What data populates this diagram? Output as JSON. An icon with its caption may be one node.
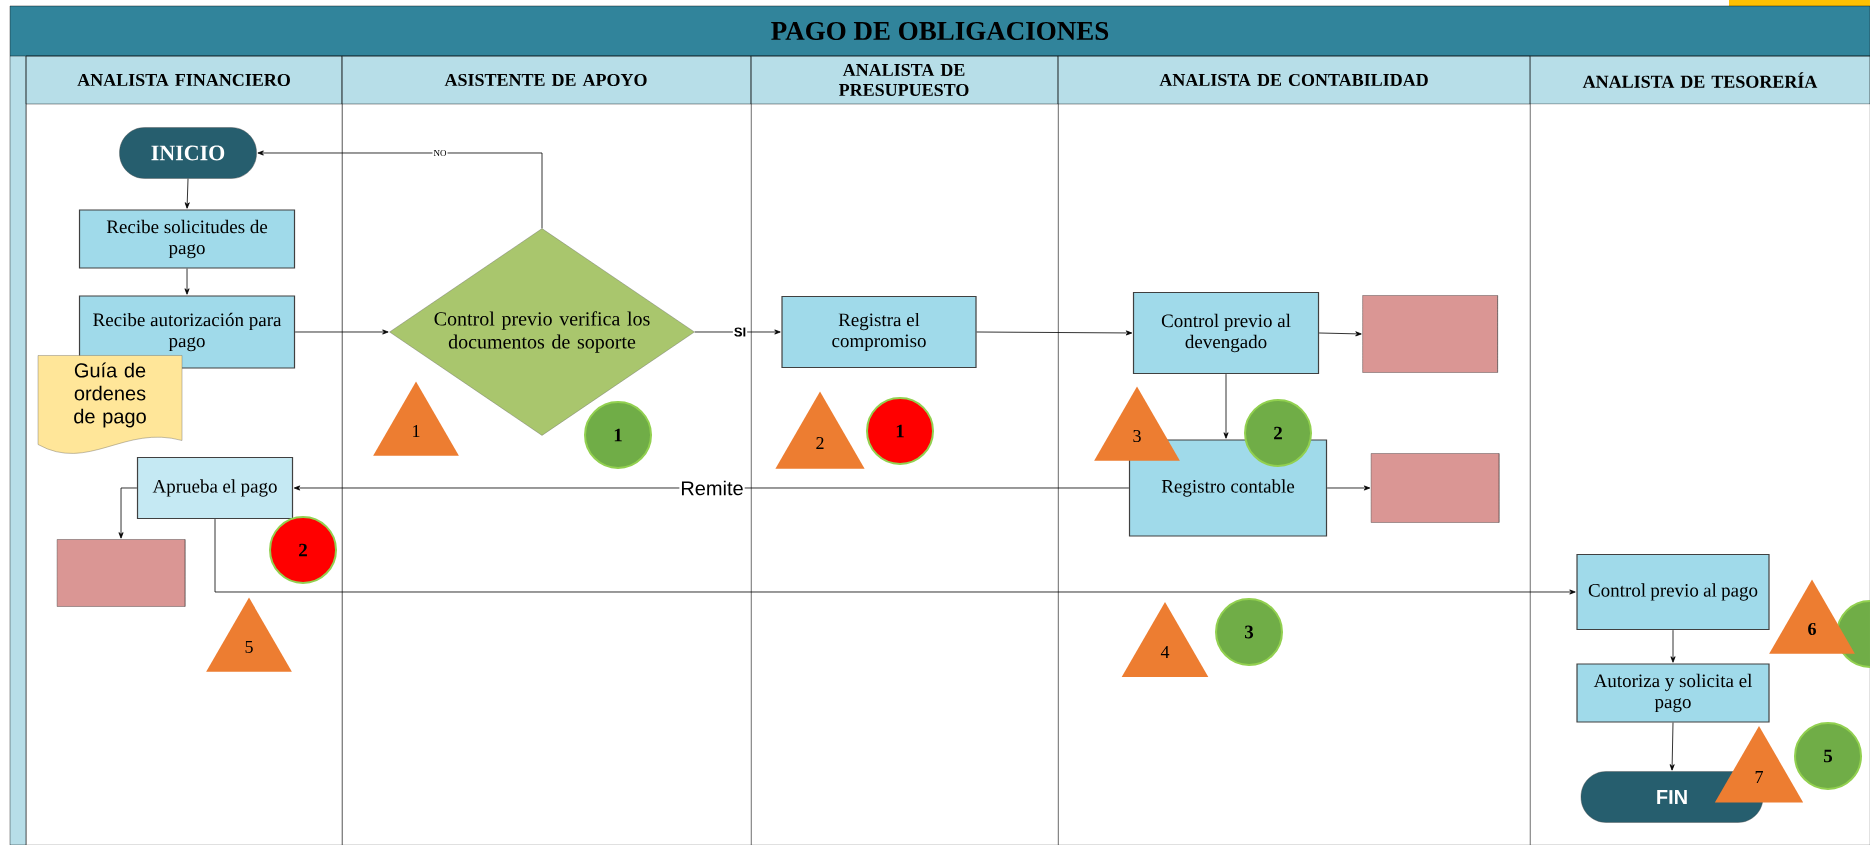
{
  "diagram": {
    "title": "PAGO DE OBLIGACIONES",
    "nodes": [
      {
        "text": [
          "ANALISTA FINANCIERO"
        ]
      },
      {
        "text": [
          "ASISTENTE DE APOYO"
        ]
      },
      {
        "text": [
          "ANALISTA DE PRESUPUESTO"
        ]
      },
      {
        "text": [
          "ANALISTA DE CONTABILIDAD"
        ]
      },
      {
        "text": [
          "ANALISTA DE TESORERÍA"
        ]
      },
      {
        "text": [
          "INICIO"
        ],
        "in": 0
      },
      {
        "text": [
          "Recibe solicitudes de pago"
        ],
        "in": 0
      },
      {
        "text": [
          "Recibe autorización para pago"
        ],
        "in": 0
      },
      {
        "text": [
          "Guía de ordenes de pago"
        ],
        "in": 0
      },
      {
        "text": [
          "Aprueba el pago"
        ],
        "in": 0
      },
      {
        "text": [],
        "shape": "cylinder",
        "in": 0
      },
      {
        "text": [
          "Control previo verifica los documentos de soporte"
        ],
        "in": 1
      },
      {
        "text": [
          "1"
        ],
        "in": 1
      },
      {
        "text": [
          "1"
        ],
        "in": 1
      },
      {
        "text": [
          "Registra el compromiso"
        ],
        "in": 2
      },
      {
        "text": [
          "2"
        ],
        "in": 2
      },
      {
        "text": [
          "1"
        ],
        "in": 2
      },
      {
        "text": [
          "Control previo al devengado"
        ],
        "in": 3
      },
      {
        "text": [],
        "shape": "cylinder",
        "in": 3
      },
      {
        "text": [
          "3"
        ],
        "in": 3
      },
      {
        "text": [
          "2"
        ],
        "in": 3
      },
      {
        "text": [
          "Registro contable"
        ],
        "in": 3
      },
      {
        "text": [],
        "shape": "cylinder",
        "in": 3
      },
      {
        "text": [
          "4"
        ],
        "in": 3
      },
      {
        "text": [
          "3"
        ],
        "in": 3
      },
      {
        "text": [
          "5"
        ],
        "in": 0
      },
      {
        "text": [
          "2"
        ],
        "in": 0
      },
      {
        "text": [
          "Control previo al pago"
        ],
        "in": 4
      },
      {
        "text": [
          "6"
        ],
        "in": 4
      },
      {
        "text": [],
        "shape": "circle"
      },
      {
        "text": [
          "Autoriza y solicita el pago"
        ],
        "in": 4
      },
      {
        "text": [
          "FIN"
        ],
        "in": 4
      },
      {
        "text": [
          "7"
        ],
        "in": 4
      },
      {
        "text": [
          "5"
        ],
        "in": 4
      }
    ],
    "edges": [
      {
        "from": 5,
        "to": 6,
        "arrow": "to"
      },
      {
        "from": 6,
        "to": 7,
        "arrow": "to"
      },
      {
        "from": 7,
        "to": 11,
        "arrow": "to"
      },
      {
        "from": 11,
        "to": 5,
        "arrow": "to",
        "label": "NO"
      },
      {
        "from": 11,
        "to": 14,
        "arrow": "to",
        "label": "SI"
      },
      {
        "from": 14,
        "to": 17,
        "arrow": "to"
      },
      {
        "from": 17,
        "to": 18,
        "arrow": "to"
      },
      {
        "from": 17,
        "to": 21,
        "arrow": "to"
      },
      {
        "from": 21,
        "to": 9,
        "arrow": "to",
        "label": "Remite"
      },
      {
        "from": 21,
        "to": 22,
        "arrow": "to"
      },
      {
        "from": 9,
        "to": 10,
        "arrow": "to"
      },
      {
        "from": 9,
        "to": 27,
        "arrow": "to"
      },
      {
        "from": 27,
        "to": 30,
        "arrow": "to"
      },
      {
        "from": 30,
        "to": 31,
        "arrow": "to"
      }
    ]
  }
}
